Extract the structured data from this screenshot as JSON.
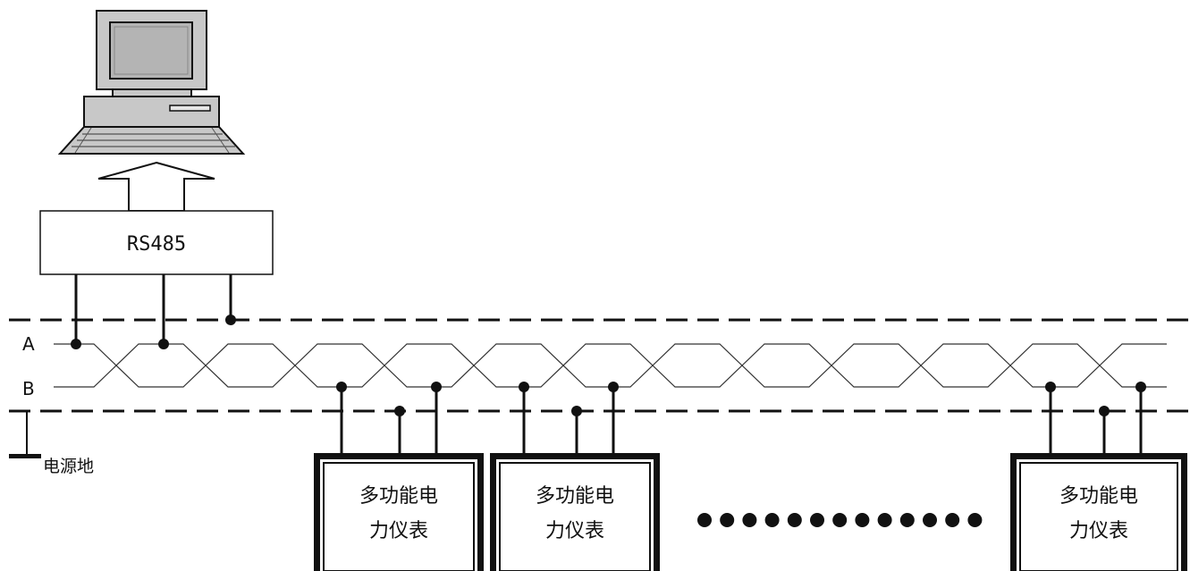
{
  "converter": {
    "label": "RS485"
  },
  "bus": {
    "line_a_label": "A",
    "line_b_label": "B",
    "ground_label": "电源地"
  },
  "meters": [
    {
      "line1": "多功能电",
      "line2": "力仪表"
    },
    {
      "line1": "多功能电",
      "line2": "力仪表"
    },
    {
      "line1": "多功能电",
      "line2": "力仪表"
    }
  ],
  "ellipsis_dot_count": 13,
  "colors": {
    "line": "#111111",
    "wire": "#333333",
    "computer": "#c8c8c8",
    "screen": "#b4b4b4"
  }
}
